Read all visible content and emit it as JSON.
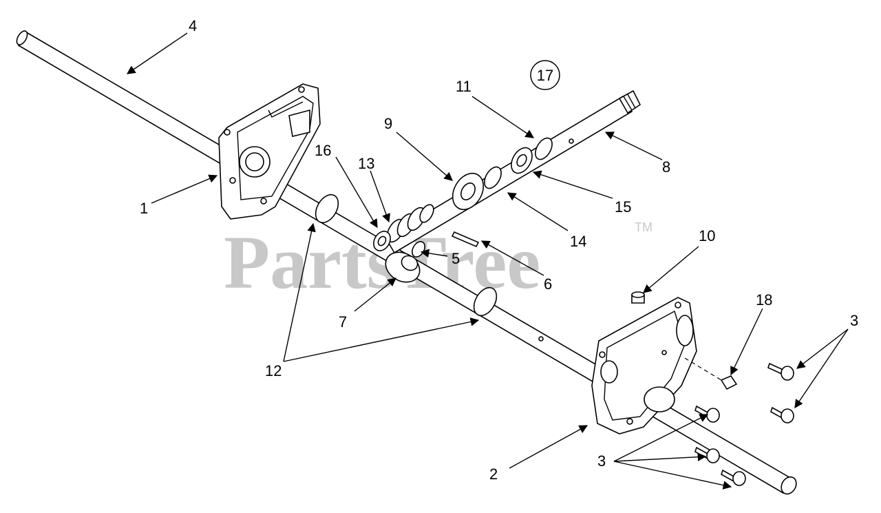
{
  "watermark": {
    "text": "PartsTree",
    "trademark": "TM"
  },
  "group_label": "17",
  "callouts": [
    {
      "id": "c1",
      "label": "1"
    },
    {
      "id": "c2",
      "label": "2"
    },
    {
      "id": "c3a",
      "label": "3"
    },
    {
      "id": "c3b",
      "label": "3"
    },
    {
      "id": "c4",
      "label": "4"
    },
    {
      "id": "c5",
      "label": "5"
    },
    {
      "id": "c6",
      "label": "6"
    },
    {
      "id": "c7",
      "label": "7"
    },
    {
      "id": "c8",
      "label": "8"
    },
    {
      "id": "c9",
      "label": "9"
    },
    {
      "id": "c10",
      "label": "10"
    },
    {
      "id": "c11",
      "label": "11"
    },
    {
      "id": "c12",
      "label": "12"
    },
    {
      "id": "c13",
      "label": "13"
    },
    {
      "id": "c14",
      "label": "14"
    },
    {
      "id": "c15",
      "label": "15"
    },
    {
      "id": "c16",
      "label": "16"
    },
    {
      "id": "c18",
      "label": "18"
    }
  ]
}
